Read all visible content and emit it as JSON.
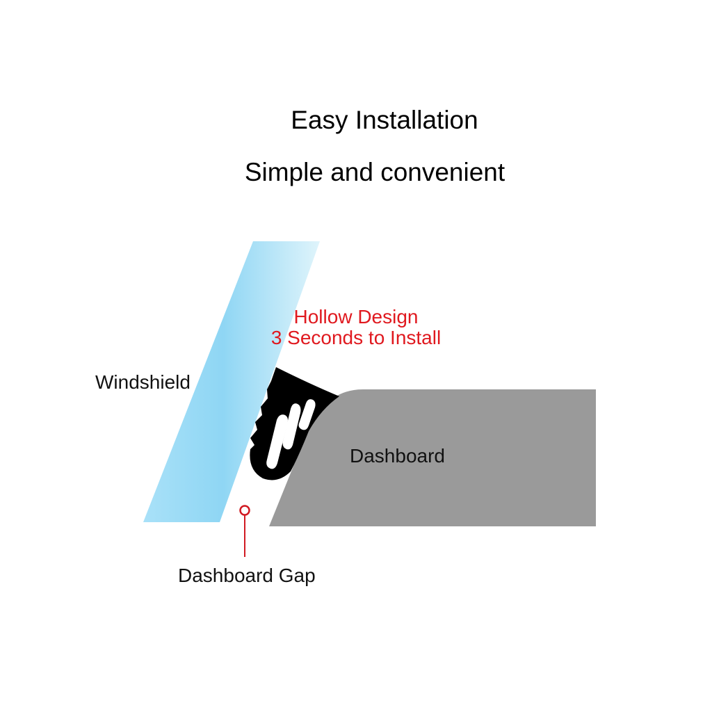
{
  "header": {
    "title": "Easy Installation",
    "subtitle": "Simple and convenient"
  },
  "callout": {
    "line1": "Hollow Design",
    "line2": "3 Seconds to Install",
    "color": "#e0191f"
  },
  "labels": {
    "windshield": "Windshield",
    "dashboard": "Dashboard",
    "gap": "Dashboard Gap"
  },
  "colors": {
    "windshield": "#8fd6f4",
    "windshield_light": "#dff4fb",
    "dashboard": "#9a9a9a",
    "seal": "#000000",
    "marker": "#d11a22"
  }
}
